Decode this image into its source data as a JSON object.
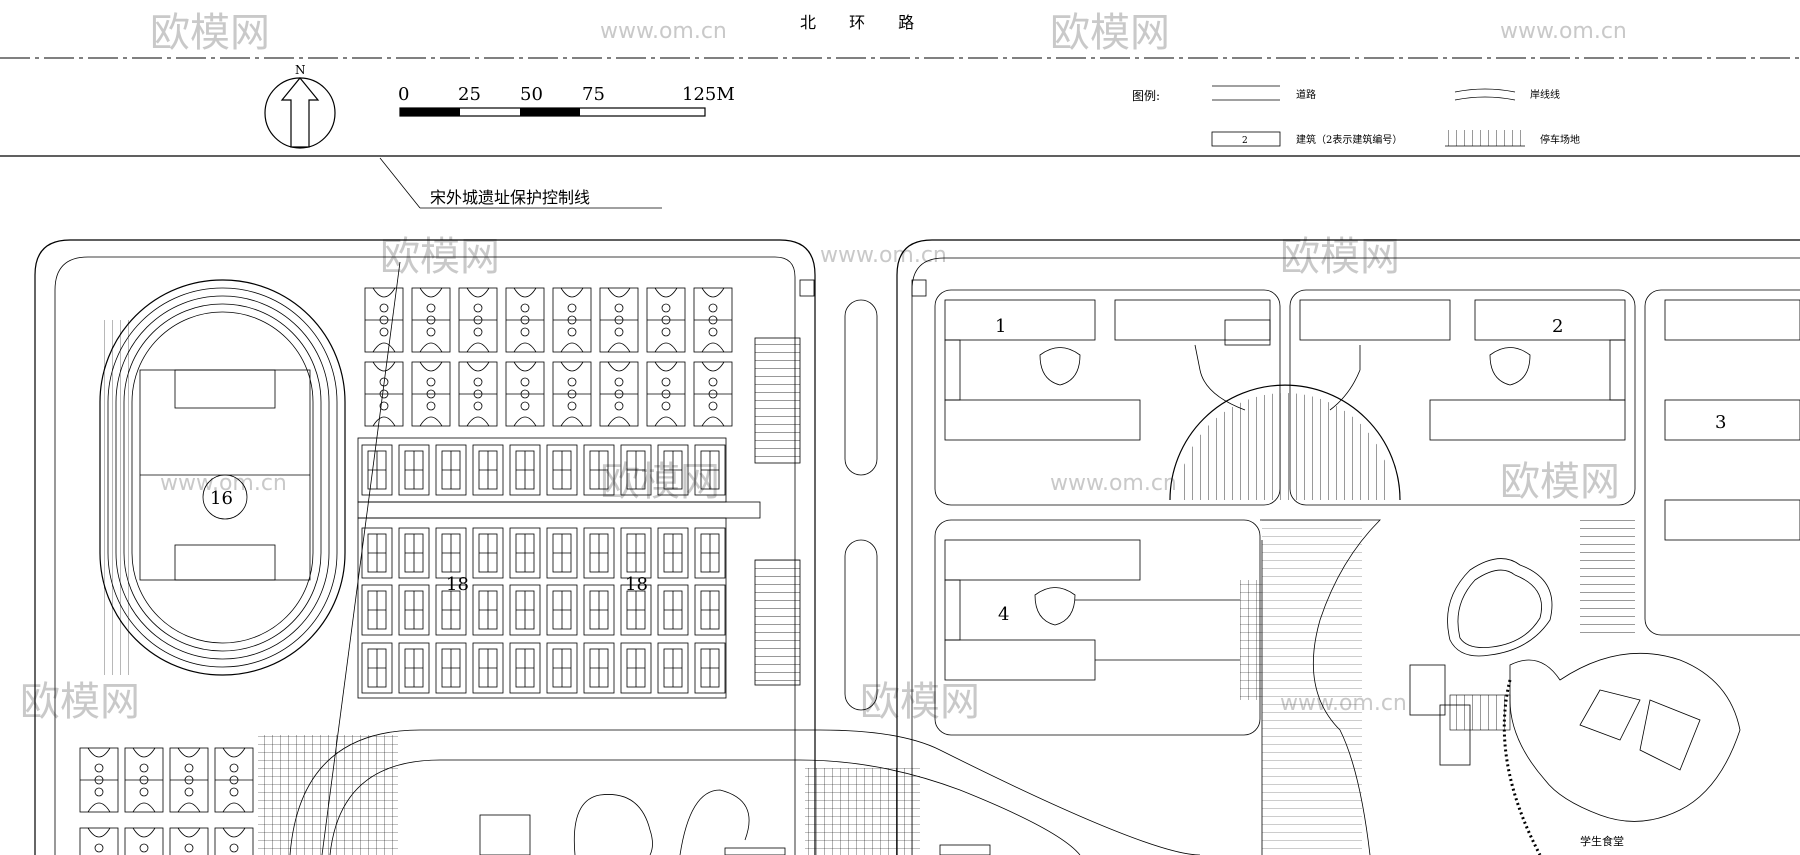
{
  "road_name": "北 环 路",
  "compass": {
    "label": "N"
  },
  "scale": {
    "ticks": [
      "0",
      "25",
      "50",
      "75",
      "125M"
    ]
  },
  "legend": {
    "title": "图例:",
    "items": [
      {
        "label": "道路"
      },
      {
        "label": "岸线线"
      },
      {
        "label": "建筑（2表示建筑编号）",
        "sample": "2"
      },
      {
        "label": "停车场地"
      }
    ]
  },
  "annotations": {
    "site_boundary": "宋外城遗址保护控制线",
    "canteen": "学生食堂"
  },
  "building_numbers": [
    "1",
    "2",
    "3",
    "4",
    "16",
    "18",
    "18"
  ],
  "watermark": {
    "logo": "欧模网",
    "url": "www.om.cn"
  }
}
